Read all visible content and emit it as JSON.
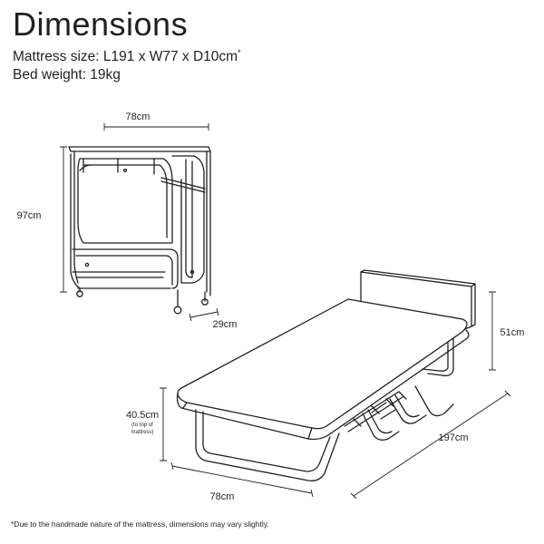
{
  "header": {
    "title": "Dimensions",
    "mattress_size": "Mattress size: L191 x W77 x D10cm",
    "mattress_size_mark": "*",
    "bed_weight": "Bed weight: 19kg"
  },
  "folded": {
    "width_label": "78cm",
    "height_label": "97cm",
    "depth_label": "29cm"
  },
  "open": {
    "head_height_label": "51cm",
    "height_label": "40.5cm",
    "height_note_line1": "(to top of",
    "height_note_line2": "mattress)",
    "width_label": "78cm",
    "length_label": "197cm"
  },
  "footnote": "*Due to the handmade nature of the mattress, dimensions may vary slightly.",
  "colors": {
    "line": "#231f20",
    "background": "#ffffff"
  }
}
